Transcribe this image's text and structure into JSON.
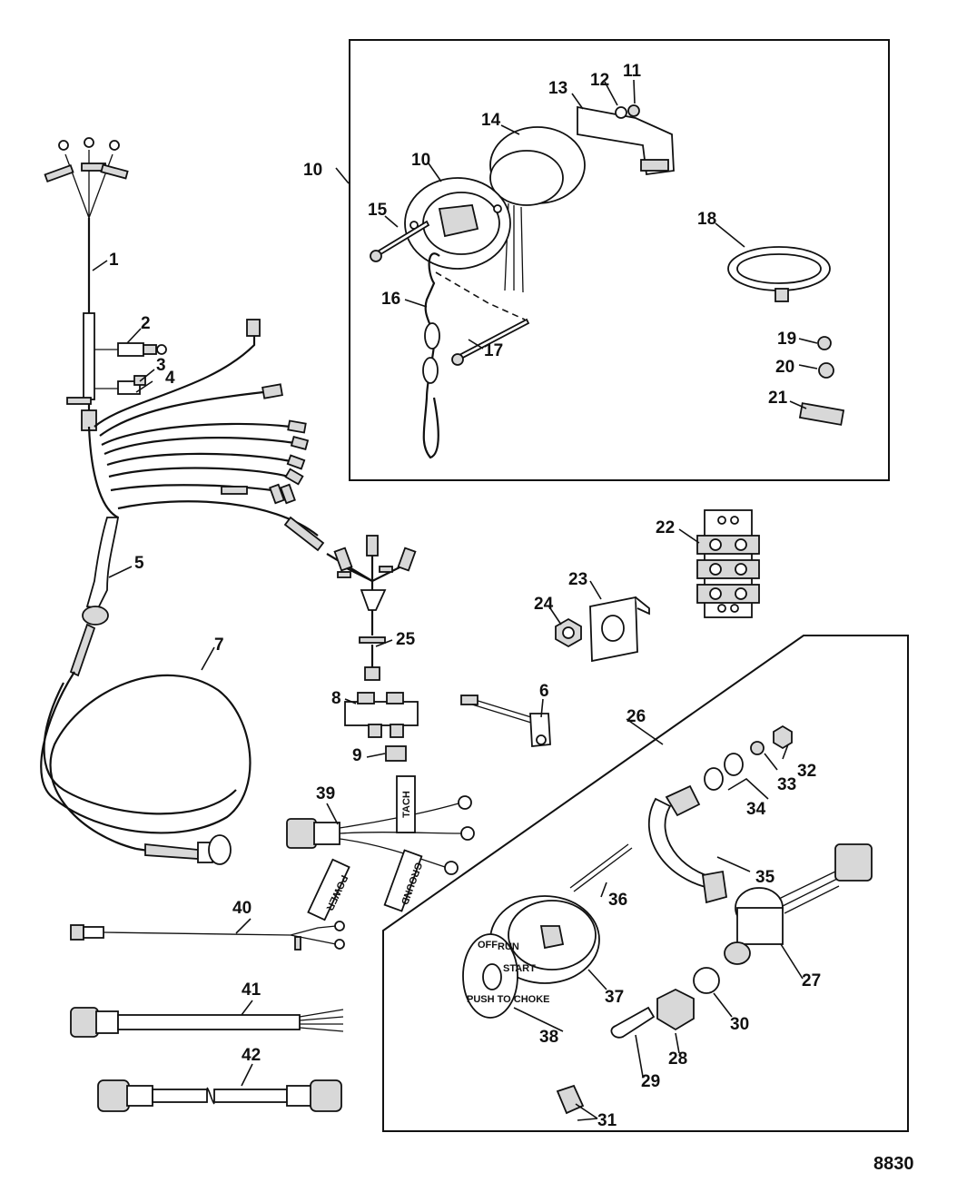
{
  "figure_number": "8830",
  "callouts": [
    "1",
    "2",
    "3",
    "4",
    "5",
    "6",
    "7",
    "8",
    "9",
    "10",
    "10",
    "11",
    "12",
    "13",
    "14",
    "15",
    "16",
    "17",
    "18",
    "19",
    "20",
    "21",
    "22",
    "23",
    "24",
    "25",
    "26",
    "27",
    "28",
    "29",
    "30",
    "31",
    "32",
    "33",
    "34",
    "35",
    "36",
    "37",
    "38",
    "39",
    "40",
    "41",
    "42"
  ],
  "tags": {
    "tach": "TACH",
    "power": "POWER",
    "ground": "GROUND"
  },
  "key_plate": {
    "off": "OFF",
    "run": "RUN",
    "start": "START",
    "push_choke": "PUSH TO CHOKE"
  }
}
